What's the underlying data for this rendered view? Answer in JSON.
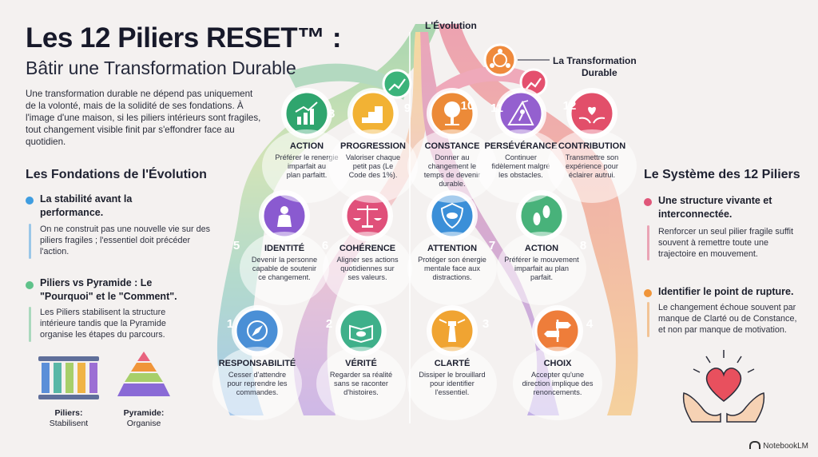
{
  "header": {
    "title": "Les 12 Piliers RESET™ :",
    "subtitle": "Bâtir une Transformation Durable",
    "intro": "Une transformation durable ne dépend pas uniquement de la volonté, mais de la solidité de ses fondations. À l'image d'une maison, si les piliers intérieurs sont fragiles, tout changement visible finit par s'effondrer face au quotidien."
  },
  "left": {
    "heading": "Les Fondations de l'Évolution",
    "items": [
      {
        "title": "La stabilité avant la performance.",
        "text": "On ne construit pas une nouvelle vie sur des piliers fragiles ; l'essentiel doit précéder l'action.",
        "color": "#3f9de0"
      },
      {
        "title": "Piliers vs Pyramide : Le \"Pourquoi\" et le \"Comment\".",
        "text": "Les Piliers stabilisent la structure intérieure tandis que la Pyramide organise les étapes du parcours.",
        "color": "#5fc28a"
      }
    ],
    "pillars_caption_title": "Piliers:",
    "pillars_caption_text": "Stabilisent",
    "pyramid_caption_title": "Pyramide:",
    "pyramid_caption_text": "Organise"
  },
  "right": {
    "heading": "Le Système des 12 Piliers",
    "items": [
      {
        "title": "Une structure vivante et interconnectée.",
        "text": "Renforcer un seul pilier fragile suffit souvent à remettre toute une trajectoire en mouvement.",
        "color": "#e0577a"
      },
      {
        "title": "Identifier le point de rupture.",
        "text": "Le changement échoue souvent par manque de Clarté ou de Constance, et non par manque de motivation.",
        "color": "#f0953a"
      }
    ]
  },
  "top_labels": {
    "evolution": "L'Évolution",
    "transformation_line1": "La Transformation",
    "transformation_line2": "Durable"
  },
  "pillars": [
    {
      "num": "1",
      "name": "RESPONSABILITÉ",
      "desc": [
        "Cesser d'attendre",
        "pour reprendre les",
        "commandes."
      ],
      "icon": "compass-icon",
      "color": "#4a8fd6"
    },
    {
      "num": "2",
      "name": "VÉRITÉ",
      "desc": [
        "Regarder sa réalité",
        "sans se raconter",
        "d'histoires."
      ],
      "icon": "open-book-eye-icon",
      "color": "#3fb08a"
    },
    {
      "num": "3",
      "name": "CLARTÉ",
      "desc": [
        "Dissiper le brouillard",
        "pour identifier",
        "l'essentiel."
      ],
      "icon": "lighthouse-icon",
      "color": "#f0a432"
    },
    {
      "num": "4",
      "name": "CHOIX",
      "desc": [
        "Accepter qu'une",
        "direction implique des",
        "renoncements."
      ],
      "icon": "signpost-icon",
      "color": "#ee7d3a"
    },
    {
      "num": "5",
      "name": "IDENTITÉ",
      "desc": [
        "Devenir la personne",
        "capable de soutenir",
        "ce changement."
      ],
      "icon": "person-glow-icon",
      "color": "#8a5ad0"
    },
    {
      "num": "6",
      "name": "COHÉRENCE",
      "desc": [
        "Aligner ses actions",
        "quotidiennes sur",
        "ses valeurs."
      ],
      "icon": "balance-scale-icon",
      "color": "#e0507a"
    },
    {
      "num": "7",
      "name": "ATTENTION",
      "desc": [
        "Protéger son énergie",
        "mentale face aux",
        "distractions."
      ],
      "icon": "eye-shield-icon",
      "color": "#3b8fd8"
    },
    {
      "num": "8",
      "name": "ACTION",
      "desc": [
        "Préférer le mouvement",
        "imparfait au plan",
        "parfait."
      ],
      "icon": "footprints-icon",
      "color": "#48b27a"
    },
    {
      "num": "8",
      "name": "ACTION",
      "desc": [
        "Préférer le renergie",
        "imparfait au",
        "plan parfaitt."
      ],
      "icon": "growth-chart-icon",
      "color": "#2fa56e"
    },
    {
      "num": "9",
      "name": "PROGRESSION",
      "desc": [
        "Valoriser chaque",
        "petit pas (Le",
        "Code des 1%)."
      ],
      "icon": "steps-chart-icon",
      "color": "#f2b234"
    },
    {
      "num": "10",
      "name": "CONSTANCE",
      "desc": [
        "Donner au",
        "changement le",
        "temps de devenir",
        "durable."
      ],
      "icon": "tree-icon",
      "color": "#ec8a38"
    },
    {
      "num": "11",
      "name": "PERSÉVÉRANCE",
      "desc": [
        "Continuer",
        "fidèlement malgré",
        "les obstacles."
      ],
      "icon": "climber-icon",
      "color": "#9460cf"
    },
    {
      "num": "12",
      "name": "CONTRIBUTION",
      "desc": [
        "Transmettre son",
        "expérience pour",
        "éclairer autrui."
      ],
      "icon": "giving-hands-icon",
      "color": "#e24f6a"
    }
  ],
  "brand": "NotebookLM"
}
